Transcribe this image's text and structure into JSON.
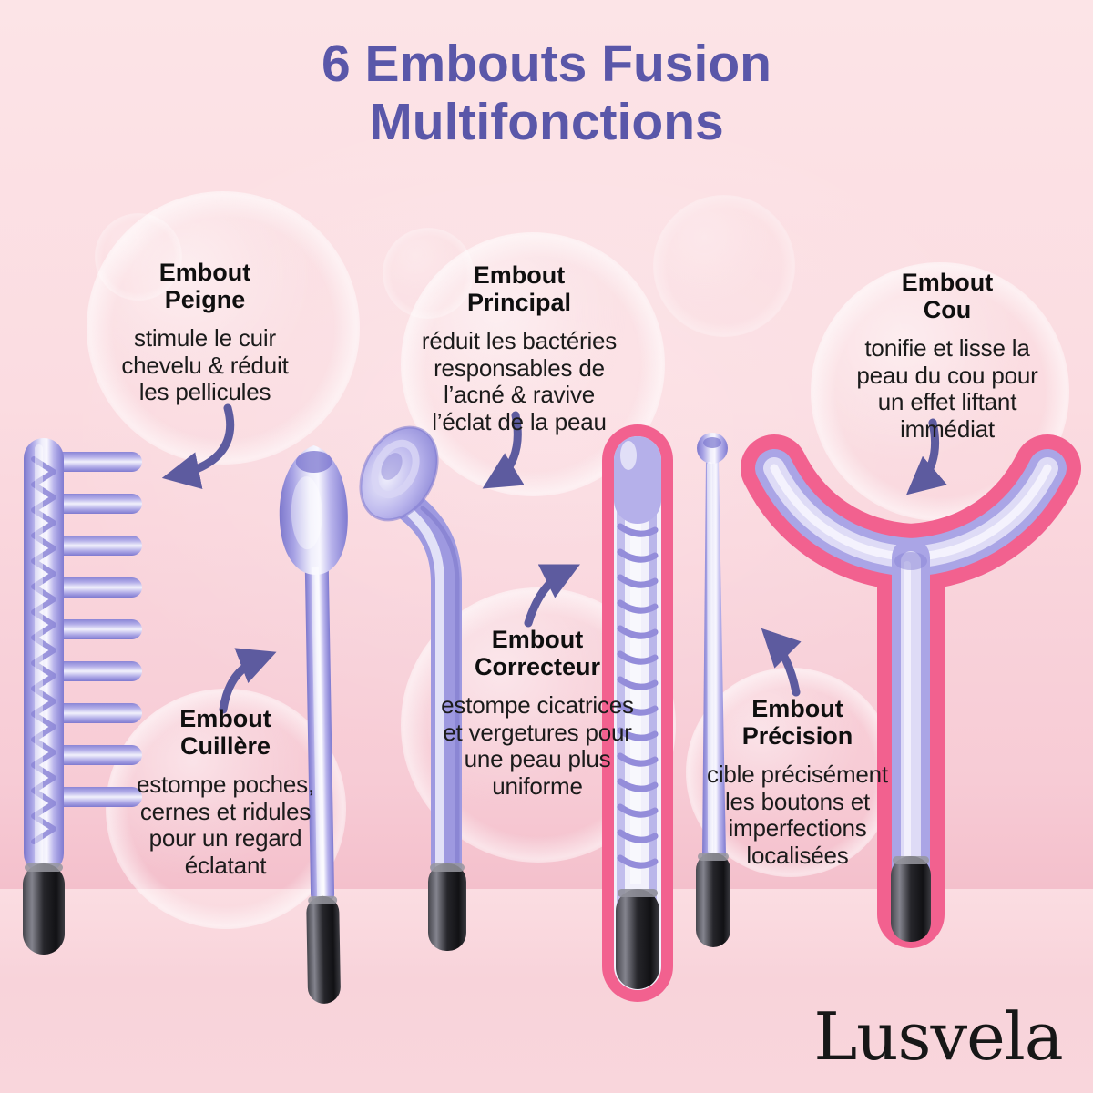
{
  "title": "6 Embouts Fusion\nMultifonctions",
  "brand": "Lusvela",
  "callouts": [
    {
      "id": "peigne",
      "title": "Embout\nPeigne",
      "description": "stimule le cuir\nchevelu & réduit\nles pellicules"
    },
    {
      "id": "principal",
      "title": "Embout\nPrincipal",
      "description": "réduit les bactéries\nresponsables de\nl’acné & ravive\nl’éclat de la peau"
    },
    {
      "id": "cou",
      "title": "Embout\nCou",
      "description": "tonifie et lisse la\npeau du cou pour\nun effet liftant\nimmédiat"
    },
    {
      "id": "correcteur",
      "title": "Embout\nCorrecteur",
      "description": "estompe cicatrices\net vergetures pour\nune peau plus\nuniforme"
    },
    {
      "id": "cuillere",
      "title": "Embout\nCuillère",
      "description": "estompe poches,\ncernes et ridules\npour un regard\néclatant"
    },
    {
      "id": "precision",
      "title": "Embout\nPrécision",
      "description": "cible précisément\nles boutons et\nimperfections\nlocalisées"
    }
  ],
  "products": [
    {
      "id": "peigne",
      "shape": "comb-wand",
      "highlighted": false
    },
    {
      "id": "cuillere",
      "shape": "spoon-wand",
      "highlighted": false
    },
    {
      "id": "principal",
      "shape": "mushroom-wand",
      "highlighted": false
    },
    {
      "id": "correcteur",
      "shape": "spiral-tube-wand",
      "highlighted": true
    },
    {
      "id": "precision",
      "shape": "point-rod-wand",
      "highlighted": true
    },
    {
      "id": "cou",
      "shape": "neck-fork-wand",
      "highlighted": true
    }
  ],
  "colors": {
    "title_purple": "#5a57a9",
    "text_black": "#161616",
    "arrow_purple": "#5d5b9f",
    "highlight_pink": "#f2618f",
    "glass_lavender": "#aaa5e6",
    "background_pink": "#f9d4db"
  }
}
